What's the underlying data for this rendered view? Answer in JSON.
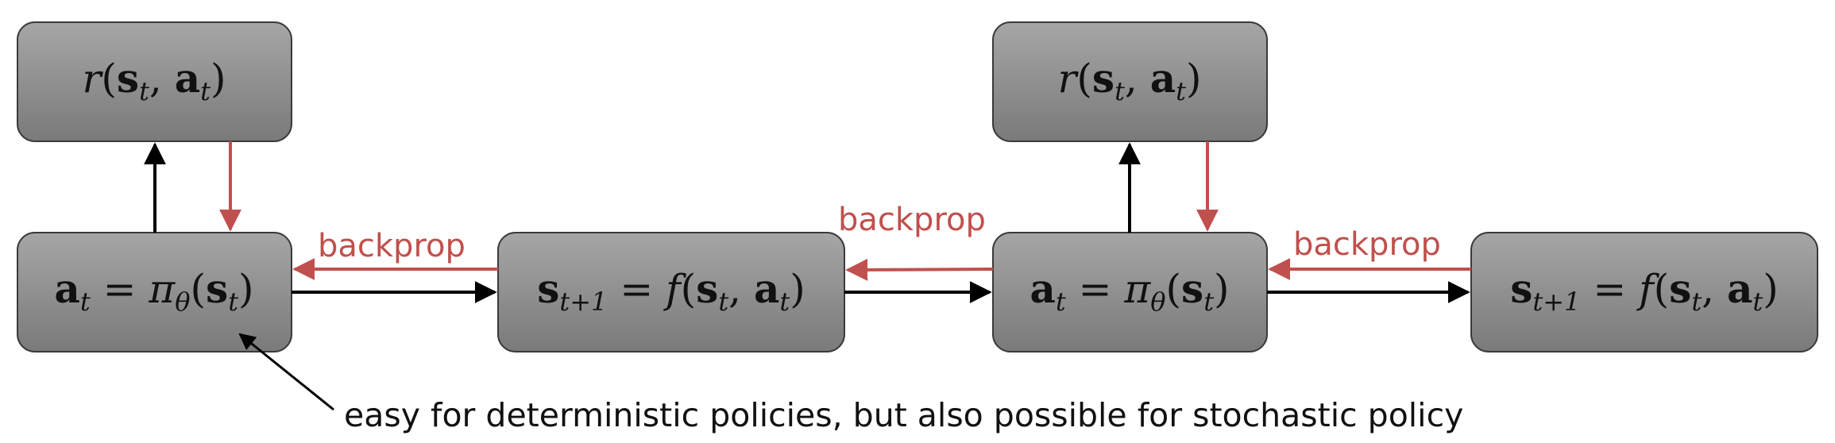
{
  "colors": {
    "backprop": "#c0504d",
    "forward": "#000000",
    "box_top": "#a6a6a6",
    "box_bottom": "#7a7a7a"
  },
  "boxes": {
    "reward1": {
      "f": "r",
      "open": "(",
      "s": "s",
      "ssub": "t",
      "comma": ", ",
      "a": "a",
      "asub": "t",
      "close": ")"
    },
    "policy1": {
      "a": "a",
      "asub": "t",
      "eq": " = ",
      "pi": "π",
      "pisub": "θ",
      "open": "(",
      "s": "s",
      "ssub": "t",
      "close": ")"
    },
    "dynamics1": {
      "s": "s",
      "ssub": "t+1",
      "eq": " = ",
      "f": "f",
      "open": "(",
      "s2": "s",
      "s2sub": "t",
      "comma": ", ",
      "a": "a",
      "asub": "t",
      "close": ")"
    },
    "reward2": {
      "f": "r",
      "open": "(",
      "s": "s",
      "ssub": "t",
      "comma": ", ",
      "a": "a",
      "asub": "t",
      "close": ")"
    },
    "policy2": {
      "a": "a",
      "asub": "t",
      "eq": " = ",
      "pi": "π",
      "pisub": "θ",
      "open": "(",
      "s": "s",
      "ssub": "t",
      "close": ")"
    },
    "dynamics2": {
      "s": "s",
      "ssub": "t+1",
      "eq": " = ",
      "f": "f",
      "open": "(",
      "s2": "s",
      "s2sub": "t",
      "comma": ", ",
      "a": "a",
      "asub": "t",
      "close": ")"
    }
  },
  "labels": {
    "backprop1": "backprop",
    "backprop2": "backprop",
    "backprop3": "backprop"
  },
  "annotation": "easy for deterministic policies, but also possible for stochastic policy"
}
